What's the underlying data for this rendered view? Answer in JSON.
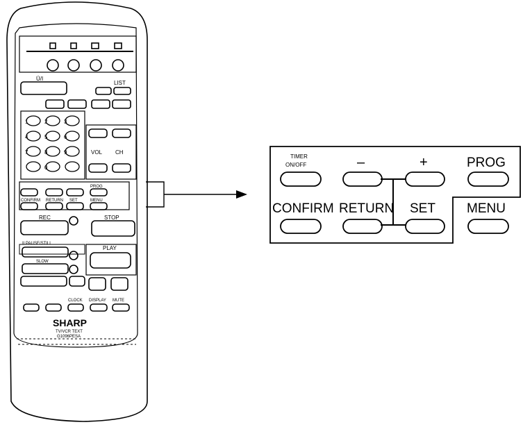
{
  "remote": {
    "labels": {
      "list": "LIST",
      "vol": "VOL",
      "ch": "CH",
      "prog": "PROG",
      "confirm": "CONFIRM",
      "return": "RETURN",
      "set": "SET",
      "menu": "MENU",
      "rec": "REC",
      "stop": "STOP",
      "pause_still": "II PAUSE/STILL",
      "slow": "SLOW",
      "play": "PLAY",
      "clock": "CLOCK",
      "display": "DISPLAY",
      "mute": "MUTE",
      "power": "Ü/I"
    },
    "digits": [
      "1",
      "2",
      "3",
      "4",
      "5",
      "6",
      "7",
      "8",
      "9",
      "0"
    ],
    "brand": "SHARP",
    "model_line1": "TV/VCR TEXT",
    "model_line2": "G1096PESA"
  },
  "panel": {
    "timer_line1": "TIMER",
    "timer_line2": "ON/OFF",
    "minus": "–",
    "plus": "+",
    "prog": "PROG",
    "confirm": "CONFIRM",
    "return": "RETURN",
    "set": "SET",
    "menu": "MENU"
  }
}
